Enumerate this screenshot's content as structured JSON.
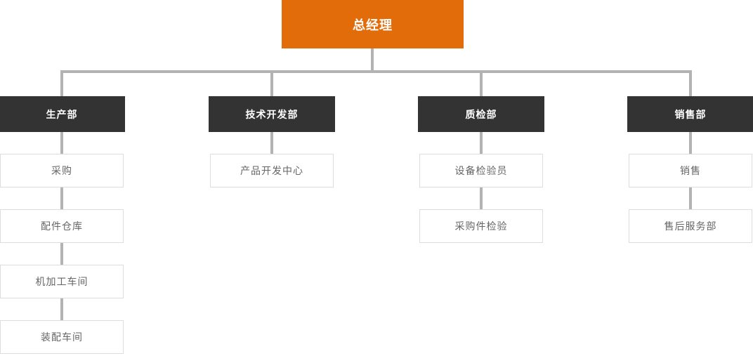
{
  "chart": {
    "type": "org-chart",
    "root": {
      "label": "总经理"
    },
    "departments": [
      {
        "label": "生产部",
        "children": [
          "采购",
          "配件仓库",
          "机加工车间",
          "装配车间"
        ]
      },
      {
        "label": "技术开发部",
        "children": [
          "产品开发中心"
        ]
      },
      {
        "label": "质检部",
        "children": [
          "设备检验员",
          "采购件检验"
        ]
      },
      {
        "label": "销售部",
        "children": [
          "销售",
          "售后服务部"
        ]
      }
    ],
    "colors": {
      "root_bg": "#e26b0a",
      "dept_bg": "#333333",
      "node_border": "#dddddd",
      "node_text": "#666666",
      "connector": "#b3b3b3"
    }
  }
}
